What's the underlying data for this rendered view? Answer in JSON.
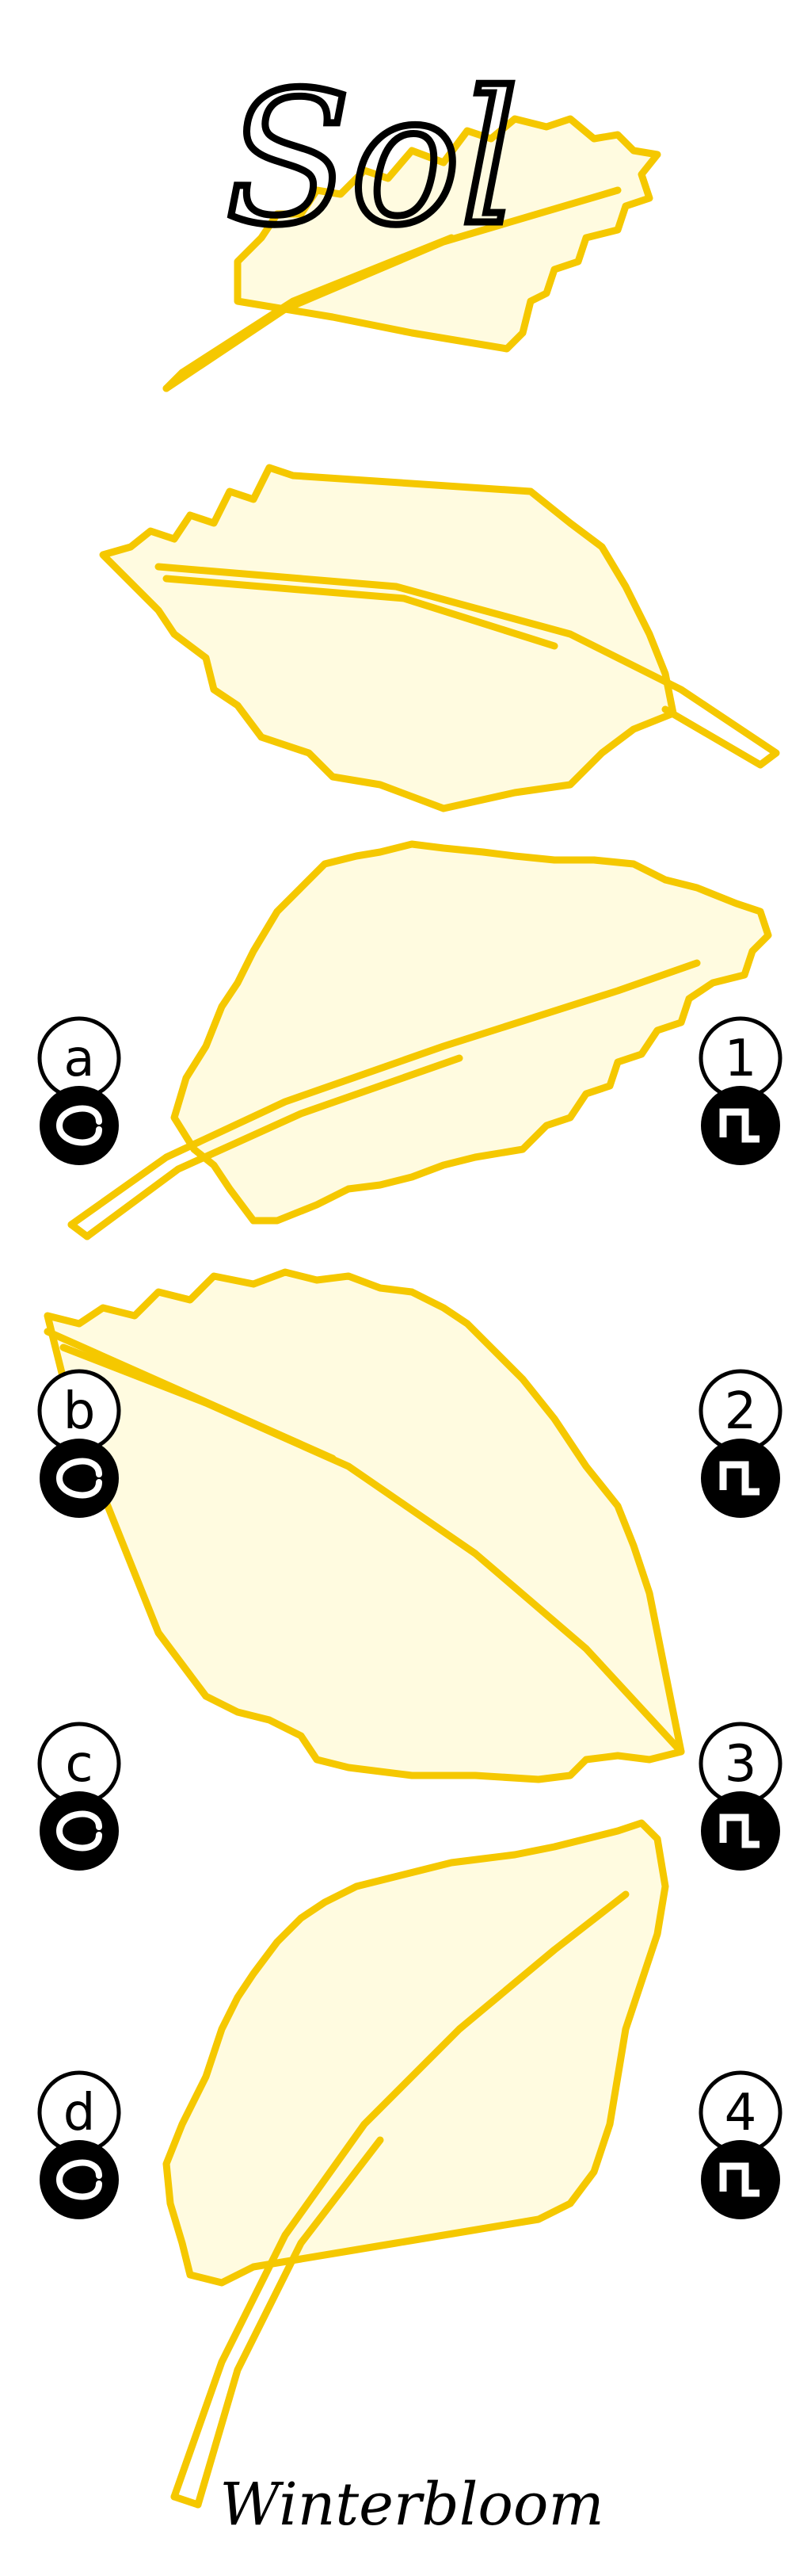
{
  "title": "Sol",
  "brand": "Winterbloom",
  "colors": {
    "background": "#ffffff",
    "leaf_stroke": "#f5c800",
    "leaf_fill": "#fffbe0",
    "ink": "#000000"
  },
  "left_jacks": [
    {
      "label": "a",
      "icon": "sine-wave-icon"
    },
    {
      "label": "b",
      "icon": "sine-wave-icon"
    },
    {
      "label": "c",
      "icon": "sine-wave-icon"
    },
    {
      "label": "d",
      "icon": "sine-wave-icon"
    }
  ],
  "right_jacks": [
    {
      "label": "1",
      "icon": "square-pulse-icon"
    },
    {
      "label": "2",
      "icon": "square-pulse-icon"
    },
    {
      "label": "3",
      "icon": "square-pulse-icon"
    },
    {
      "label": "4",
      "icon": "square-pulse-icon"
    }
  ]
}
